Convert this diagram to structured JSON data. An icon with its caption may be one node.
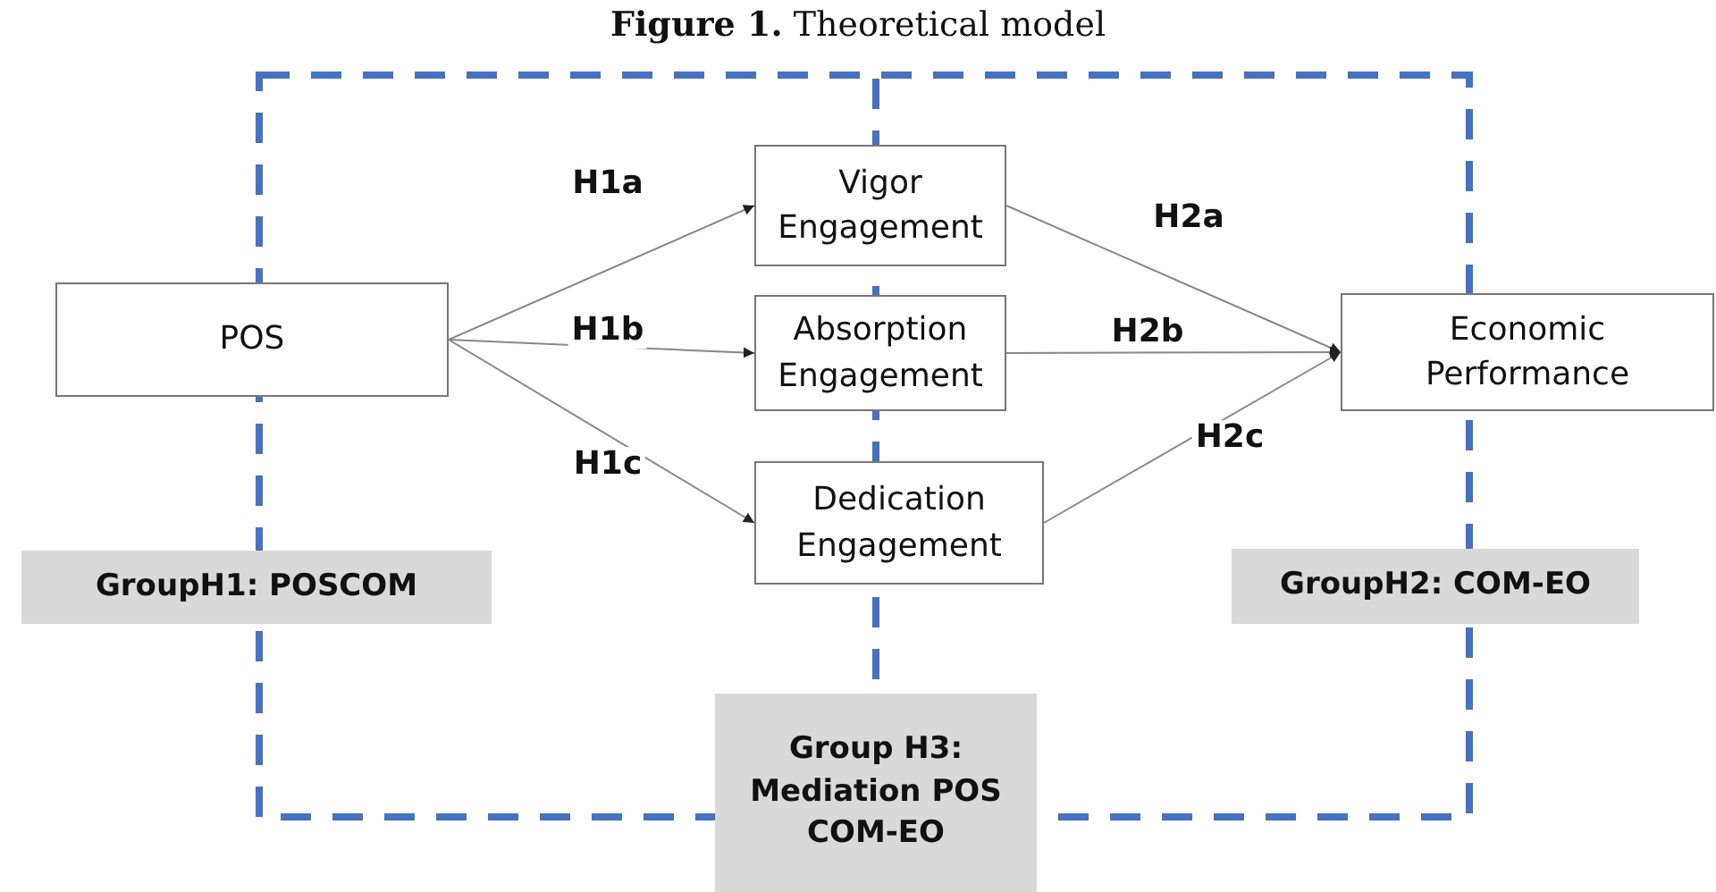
{
  "diagram": {
    "title": "**Figure 1.** Theoretical model",
    "nodes": [
      {
        "text": [
          "POS"
        ]
      },
      {
        "text": [
          "Vigor Engagement"
        ]
      },
      {
        "text": [
          "Absorption Engagement"
        ]
      },
      {
        "text": [
          "Dedication Engagement"
        ]
      },
      {
        "text": [
          "Economic Performance"
        ]
      },
      {
        "text": [
          "GroupH1: POSCOM"
        ]
      },
      {
        "text": [
          "GroupH2: COM-EO"
        ]
      },
      {
        "text": [
          "Group H3: Mediation POS COM-EO"
        ]
      }
    ],
    "edges": [
      {
        "from": 0,
        "to": 1,
        "arrow": "to",
        "label": "H1a"
      },
      {
        "from": 0,
        "to": 2,
        "arrow": "to",
        "label": "H1b"
      },
      {
        "from": 0,
        "to": 3,
        "arrow": "to",
        "label": "H1c"
      },
      {
        "from": 1,
        "to": 4,
        "arrow": "to",
        "label": "H2a"
      },
      {
        "from": 2,
        "to": 4,
        "arrow": "to",
        "label": "H2b"
      },
      {
        "from": 3,
        "to": 4,
        "arrow": "to",
        "label": "H2c"
      }
    ]
  }
}
